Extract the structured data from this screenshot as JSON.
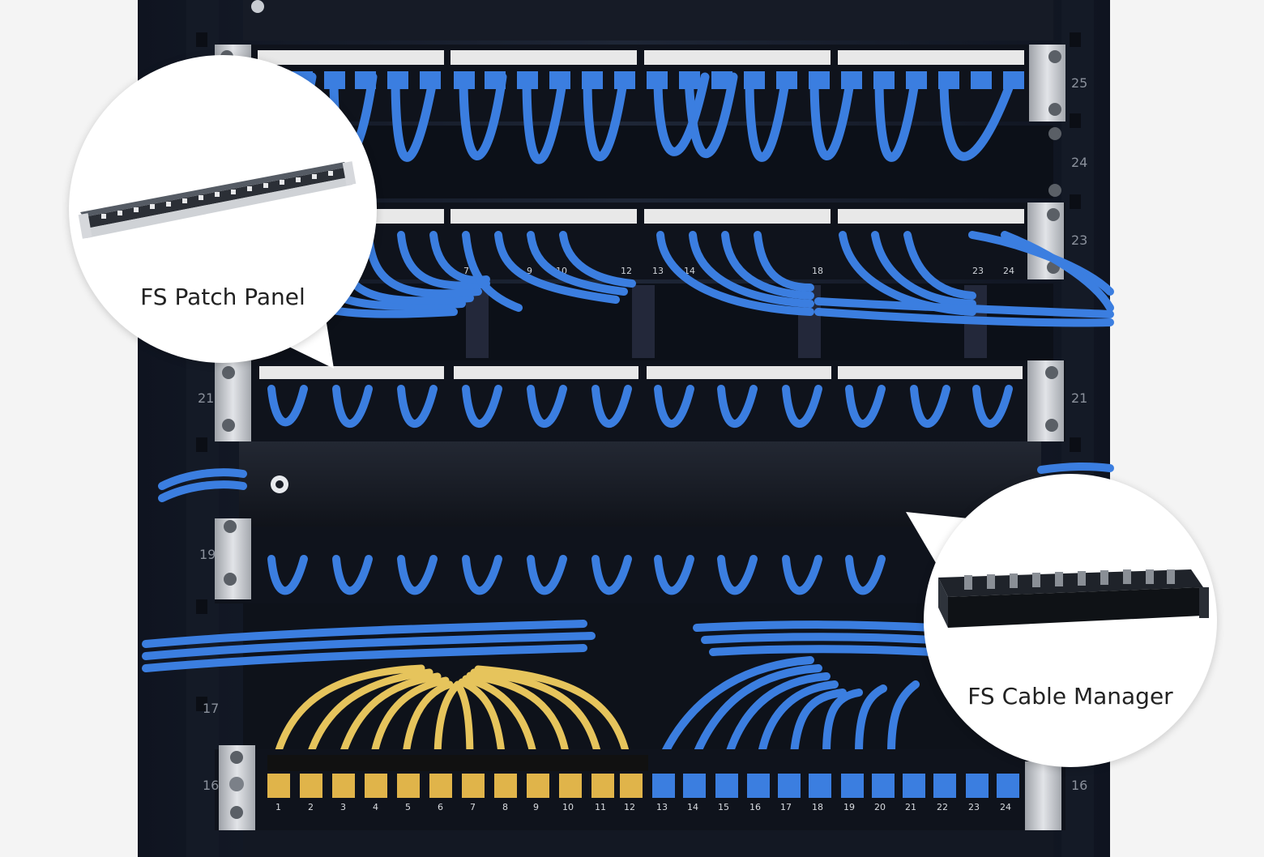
{
  "callouts": {
    "patch_panel_label": "FS Patch Panel",
    "cable_manager_label": "FS Cable Manager"
  },
  "rack_unit_numbers": {
    "u25": "25",
    "u24": "24",
    "u23": "23",
    "u21": "21",
    "u19": "19",
    "u17": "17",
    "u16": "16"
  },
  "bottom_panel_ports": [
    "1",
    "2",
    "3",
    "4",
    "5",
    "6",
    "7",
    "8",
    "9",
    "10",
    "11",
    "12",
    "13",
    "14",
    "15",
    "16",
    "17",
    "18",
    "19",
    "20",
    "21",
    "22",
    "23",
    "24"
  ],
  "second_panel_ports": [
    "7",
    "9",
    "10",
    "12",
    "13",
    "14",
    "18",
    "23",
    "24"
  ],
  "colors": {
    "rack": "#1b2232",
    "panel": "#12161f",
    "cable_blue": "#3b7ee0",
    "cable_yellow": "#e6c45c",
    "bracket": "#c9ccd1"
  }
}
